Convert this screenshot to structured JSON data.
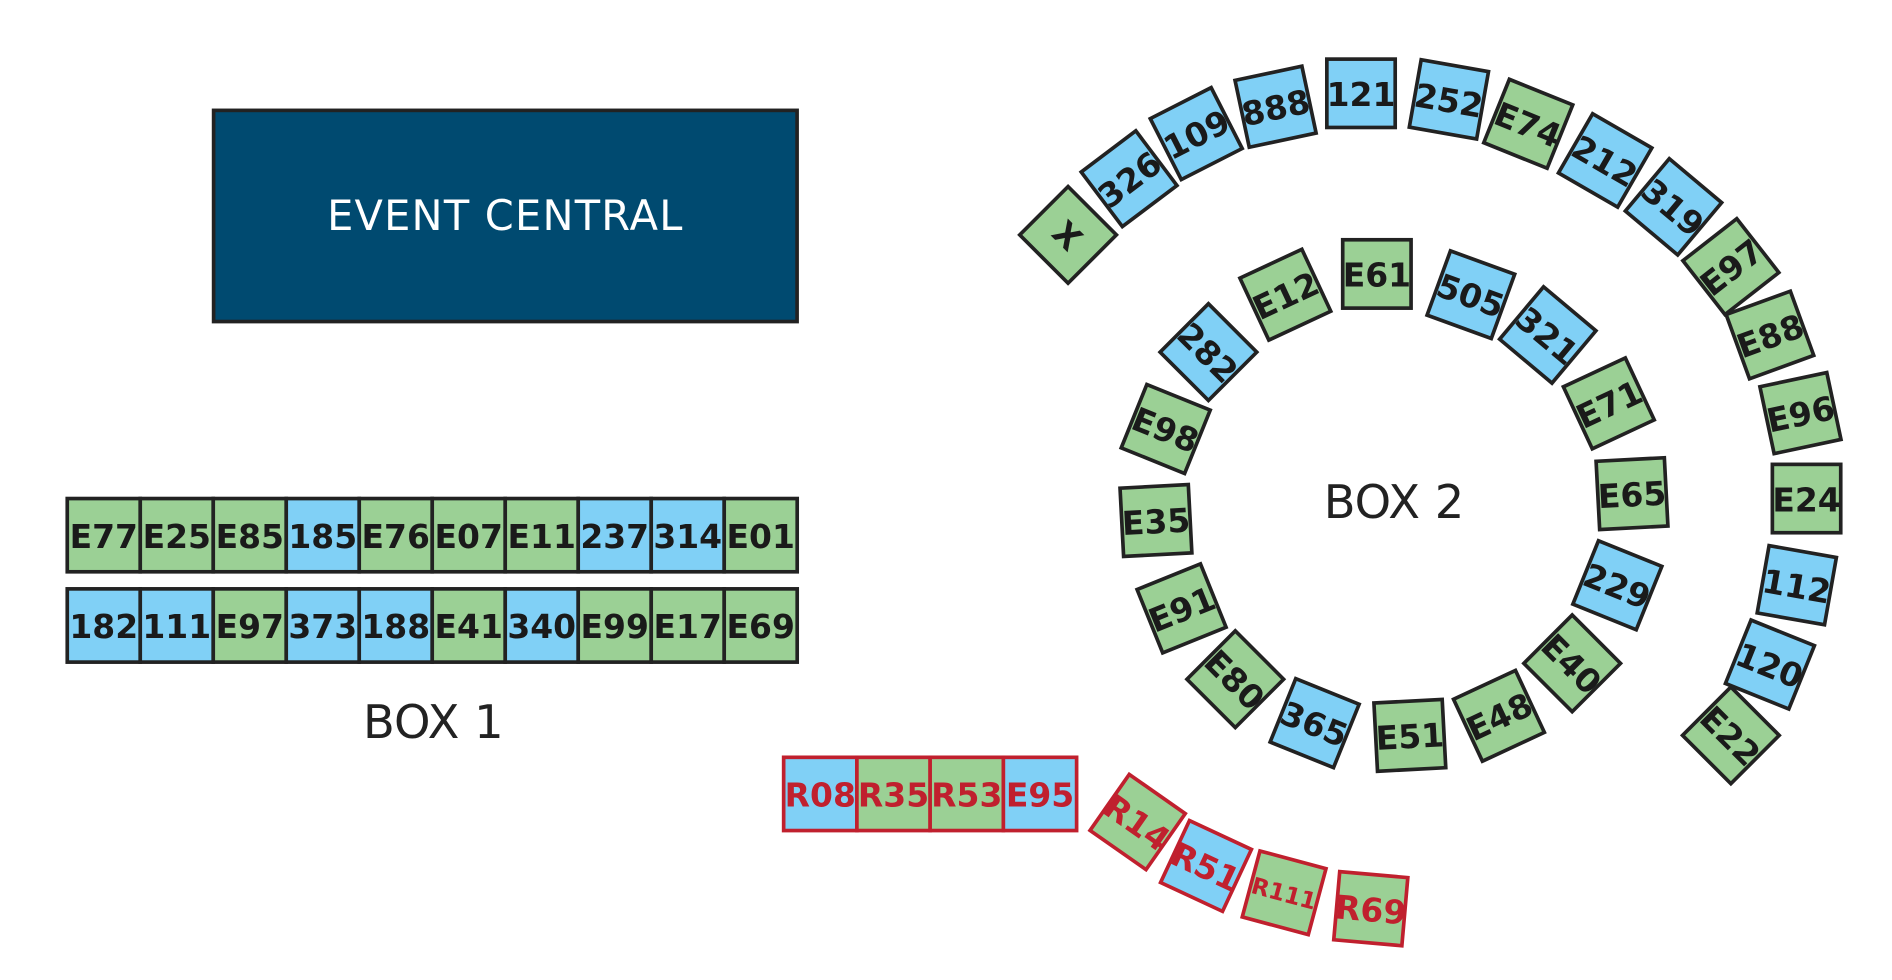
{
  "colors": {
    "green": "#9bd095",
    "blue": "#80d0f6",
    "border_default": "#222222",
    "border_reserved": "#c0202e",
    "text_default": "#1a1a1a",
    "text_reserved": "#c0202e",
    "central_fill": "#004a70",
    "central_border": "#222222"
  },
  "event_central": {
    "label": "EVENT CENTRAL"
  },
  "box1": {
    "label": "BOX 1",
    "rows": [
      [
        {
          "id": "E77",
          "color": "green"
        },
        {
          "id": "E25",
          "color": "green"
        },
        {
          "id": "E85",
          "color": "green"
        },
        {
          "id": "185",
          "color": "blue"
        },
        {
          "id": "E76",
          "color": "green"
        },
        {
          "id": "E07",
          "color": "green"
        },
        {
          "id": "E11",
          "color": "green"
        },
        {
          "id": "237",
          "color": "blue"
        },
        {
          "id": "314",
          "color": "blue"
        },
        {
          "id": "E01",
          "color": "green"
        }
      ],
      [
        {
          "id": "182",
          "color": "blue"
        },
        {
          "id": "111",
          "color": "blue"
        },
        {
          "id": "E97",
          "color": "green"
        },
        {
          "id": "373",
          "color": "blue"
        },
        {
          "id": "188",
          "color": "blue"
        },
        {
          "id": "E41",
          "color": "green"
        },
        {
          "id": "340",
          "color": "blue"
        },
        {
          "id": "E99",
          "color": "green"
        },
        {
          "id": "E17",
          "color": "green"
        },
        {
          "id": "E69",
          "color": "green"
        }
      ]
    ]
  },
  "box2": {
    "label": "BOX 2",
    "inner_ring": [
      {
        "id": "E61",
        "color": "green"
      },
      {
        "id": "505",
        "color": "blue"
      },
      {
        "id": "321",
        "color": "blue"
      },
      {
        "id": "E71",
        "color": "green"
      },
      {
        "id": "E65",
        "color": "green"
      },
      {
        "id": "229",
        "color": "blue"
      },
      {
        "id": "E40",
        "color": "green"
      },
      {
        "id": "E48",
        "color": "green"
      },
      {
        "id": "E51",
        "color": "green"
      },
      {
        "id": "365",
        "color": "blue"
      },
      {
        "id": "E80",
        "color": "green"
      },
      {
        "id": "E91",
        "color": "green"
      },
      {
        "id": "E35",
        "color": "green"
      },
      {
        "id": "E98",
        "color": "green"
      },
      {
        "id": "282",
        "color": "blue"
      },
      {
        "id": "E12",
        "color": "green"
      }
    ],
    "outer_arc": [
      {
        "id": "X",
        "color": "green"
      },
      {
        "id": "326",
        "color": "blue"
      },
      {
        "id": "109",
        "color": "blue"
      },
      {
        "id": "888",
        "color": "blue"
      },
      {
        "id": "121",
        "color": "blue"
      },
      {
        "id": "252",
        "color": "blue"
      },
      {
        "id": "E74",
        "color": "green"
      },
      {
        "id": "212",
        "color": "blue"
      },
      {
        "id": "319",
        "color": "blue"
      },
      {
        "id": "E97",
        "color": "green"
      },
      {
        "id": "E88",
        "color": "green"
      },
      {
        "id": "E96",
        "color": "green"
      },
      {
        "id": "E24",
        "color": "green"
      },
      {
        "id": "112",
        "color": "blue"
      },
      {
        "id": "120",
        "color": "blue"
      },
      {
        "id": "E22",
        "color": "green"
      }
    ]
  },
  "reserved": {
    "row": [
      {
        "id": "R08",
        "color": "blue"
      },
      {
        "id": "R35",
        "color": "green"
      },
      {
        "id": "R53",
        "color": "green"
      },
      {
        "id": "E95",
        "color": "blue"
      }
    ],
    "arc": [
      {
        "id": "R14",
        "color": "green"
      },
      {
        "id": "R51",
        "color": "blue"
      },
      {
        "id": "R111",
        "color": "green"
      },
      {
        "id": "R69",
        "color": "green"
      }
    ]
  }
}
